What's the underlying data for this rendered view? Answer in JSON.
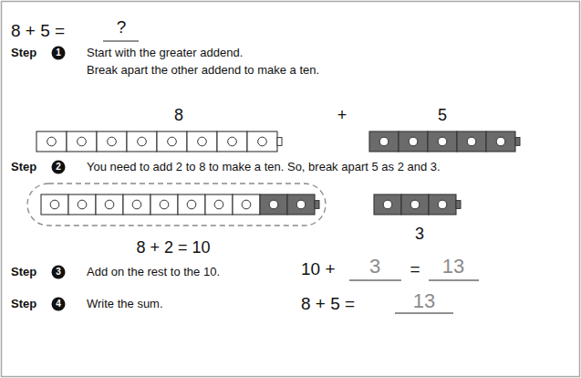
{
  "diagram": {
    "labels": [
      "8 + 5 =",
      "?",
      "Step",
      "1",
      "Start with the greater addend.",
      "Break apart the other addend to make a ten.",
      "8",
      "+",
      "5",
      "Step",
      "2",
      "You need to add 2 to 8 to make a ten. So, break apart 5 as 2 and 3.",
      "8 + 2 = 10",
      "3",
      "Step",
      "3",
      "Add on the rest to the 10.",
      "10 +",
      "3",
      "=",
      "13",
      "Step",
      "4",
      "Write the sum.",
      "8 + 5 =",
      "13"
    ]
  }
}
